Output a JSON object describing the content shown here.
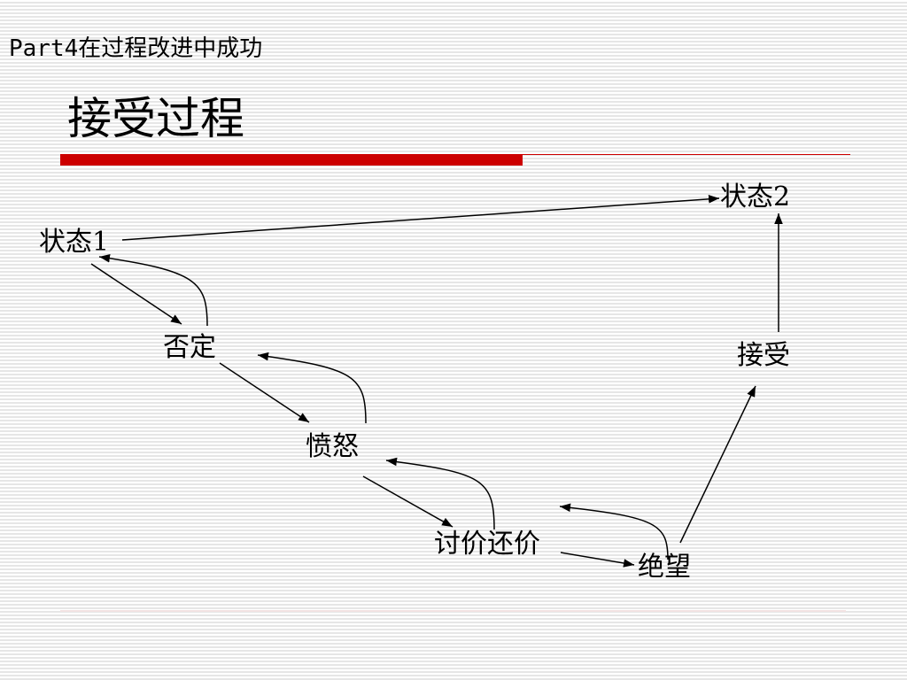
{
  "header": {
    "part_title": "Part4在过程改进中成功",
    "main_title": "接受过程"
  },
  "diagram": {
    "nodes": {
      "state1": "状态1",
      "state2": "状态2",
      "denial": "否定",
      "anger": "愤怒",
      "bargaining": "讨价还价",
      "despair": "绝望",
      "acceptance": "接受"
    }
  }
}
